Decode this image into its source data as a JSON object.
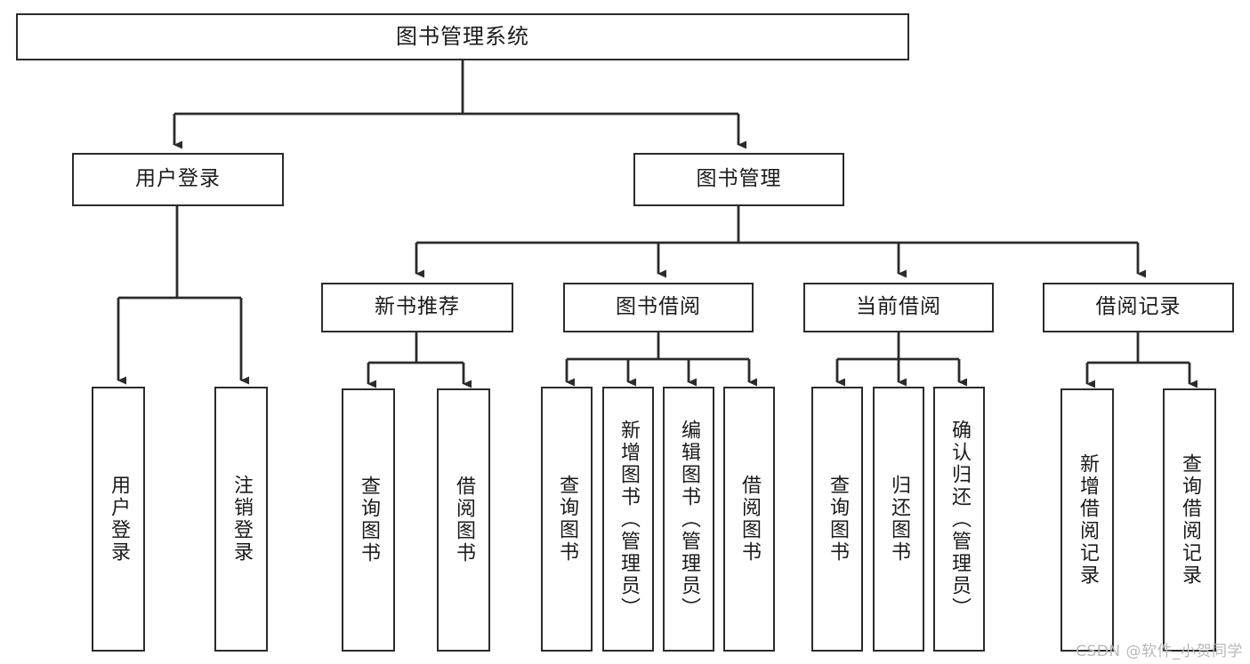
{
  "diagram": {
    "type": "tree-hierarchy",
    "orientation": "top-down",
    "background_color": "#ffffff",
    "line_color": "#2b2b2b",
    "box_border_color": "#2b2b2b",
    "text_color": "#1b1b1b"
  },
  "root": {
    "label": "图书管理系统"
  },
  "level2": [
    {
      "label": "用户登录"
    },
    {
      "label": "图书管理"
    }
  ],
  "level3": [
    {
      "label": "新书推荐"
    },
    {
      "label": "图书借阅"
    },
    {
      "label": "当前借阅"
    },
    {
      "label": "借阅记录"
    }
  ],
  "leaves": {
    "user_login": [
      {
        "label": "用户登录"
      },
      {
        "label": "注销登录"
      }
    ],
    "new_book_recommend": [
      {
        "label": "查询图书"
      },
      {
        "label": "借阅图书"
      }
    ],
    "book_borrow": [
      {
        "label": "查询图书"
      },
      {
        "label": "新增图书（管理员）"
      },
      {
        "label": "编辑图书（管理员）"
      },
      {
        "label": "借阅图书"
      }
    ],
    "current_borrow": [
      {
        "label": "查询图书"
      },
      {
        "label": "归还图书"
      },
      {
        "label": "确认归还（管理员）"
      }
    ],
    "borrow_record": [
      {
        "label": "新增借阅记录"
      },
      {
        "label": "查询借阅记录"
      }
    ]
  },
  "watermark": {
    "text": "CSDN @软件_小贺同学"
  }
}
